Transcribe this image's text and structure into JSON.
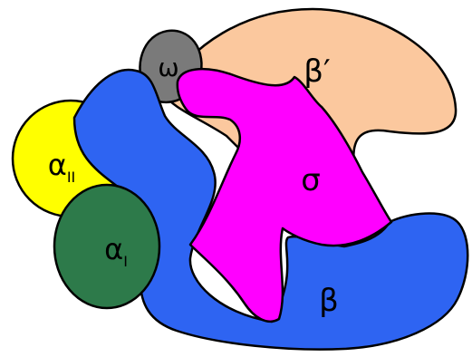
{
  "diagram": {
    "subunits": [
      {
        "id": "beta_prime",
        "label": "β′",
        "color": "#fbc89e"
      },
      {
        "id": "omega",
        "label": "ω",
        "color": "#7a7a7a"
      },
      {
        "id": "alpha_II",
        "label_main": "α",
        "label_sub": "II",
        "color": "#ffff00"
      },
      {
        "id": "alpha_I",
        "label_main": "α",
        "label_sub": "I",
        "color": "#2d7a4a"
      },
      {
        "id": "beta",
        "label": "β",
        "color": "#2e64f2"
      },
      {
        "id": "sigma",
        "label": "σ",
        "color": "#ff00ff"
      }
    ]
  }
}
